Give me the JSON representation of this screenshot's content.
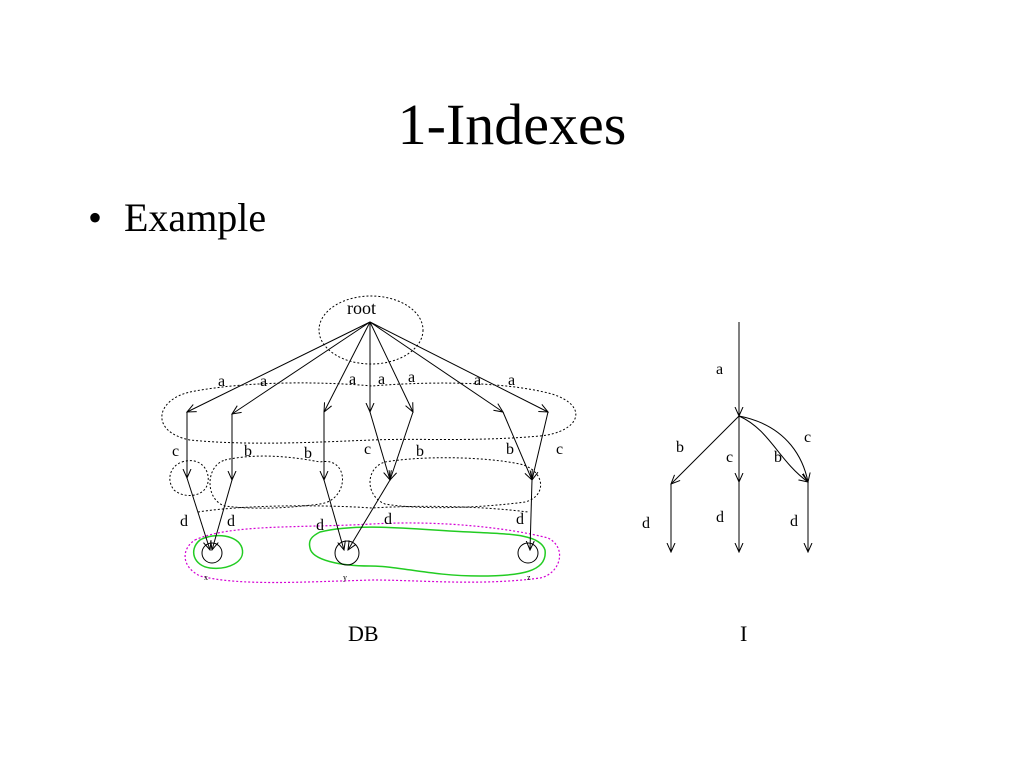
{
  "slide": {
    "title": "1-Indexes",
    "bullets": [
      {
        "text": "Example"
      }
    ]
  },
  "figure": {
    "db": {
      "caption": "DB",
      "root_label": "root",
      "edge_labels": {
        "e1": "a",
        "e2": "a",
        "e3": "a",
        "e4": "a",
        "e5": "a",
        "e6": "a",
        "e7": "a",
        "c1": "c",
        "b1": "b",
        "b2": "b",
        "c2": "c",
        "b3": "b",
        "b4": "b",
        "c3": "c",
        "d1": "d",
        "d2": "d",
        "d3": "d",
        "d4": "d",
        "d5": "d"
      },
      "leaf_labels": [
        "x",
        "y",
        "z"
      ]
    },
    "index": {
      "caption": "I",
      "edge_labels": {
        "a": "a",
        "b": "b",
        "c1": "c",
        "c2": "c",
        "b2": "b",
        "d1": "d",
        "d2": "d",
        "d3": "d"
      }
    }
  }
}
